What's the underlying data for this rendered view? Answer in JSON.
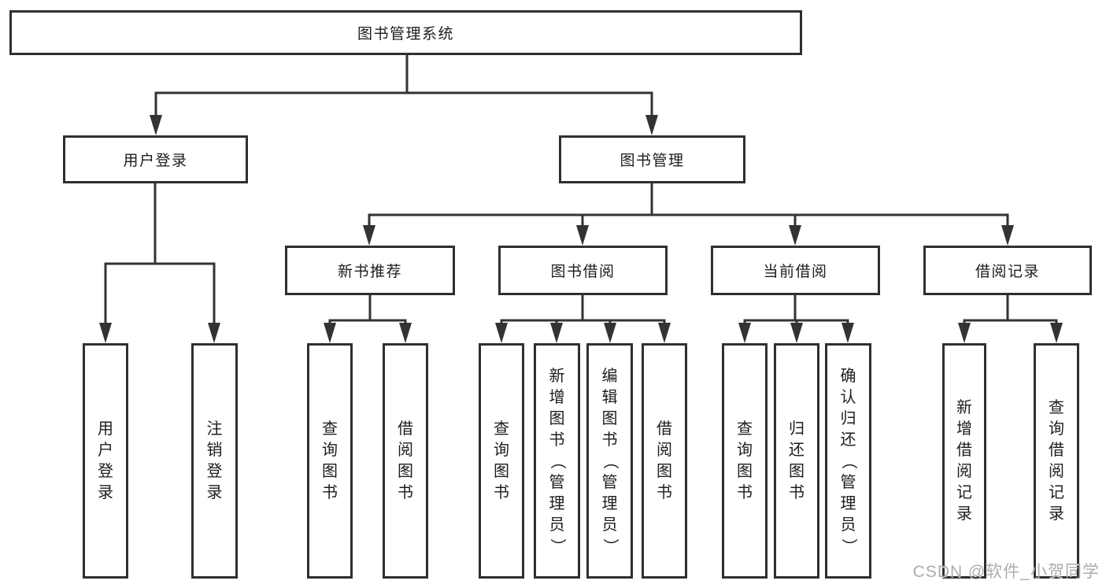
{
  "watermark": "CSDN @软件_小贺同学",
  "colors": {
    "line": "#333333",
    "border": "#2f2f2f",
    "fill": "#ffffff",
    "text": "#1d1d1d",
    "watermark": "#9aa0a6"
  },
  "tree": {
    "root": {
      "label": "图书管理系统"
    },
    "branches": [
      {
        "label": "用户登录",
        "children": [
          {
            "label": "用户登录"
          },
          {
            "label": "注销登录"
          }
        ]
      },
      {
        "label": "图书管理",
        "groups": [
          {
            "label": "新书推荐",
            "children": [
              {
                "label": "查询图书"
              },
              {
                "label": "借阅图书"
              }
            ]
          },
          {
            "label": "图书借阅",
            "children": [
              {
                "label": "查询图书"
              },
              {
                "label": "新增图书（管理员）"
              },
              {
                "label": "编辑图书（管理员）"
              },
              {
                "label": "借阅图书"
              }
            ]
          },
          {
            "label": "当前借阅",
            "children": [
              {
                "label": "查询图书"
              },
              {
                "label": "归还图书"
              },
              {
                "label": "确认归还（管理员）"
              }
            ]
          },
          {
            "label": "借阅记录",
            "children": [
              {
                "label": "新增借阅记录"
              },
              {
                "label": "查询借阅记录"
              }
            ]
          }
        ]
      }
    ]
  }
}
